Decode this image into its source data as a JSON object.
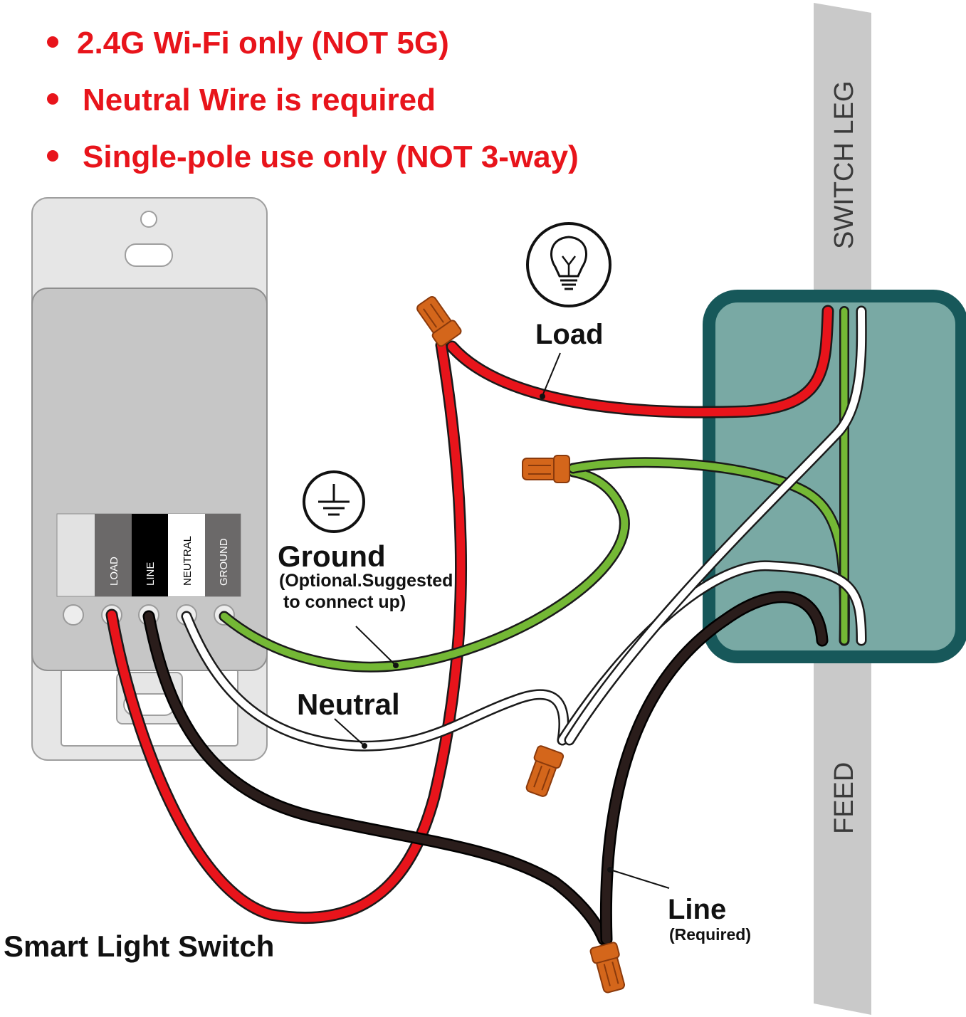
{
  "notes": [
    "2.4G Wi-Fi only (NOT 5G)",
    "Neutral Wire is required",
    "Single-pole use only (NOT 3-way)"
  ],
  "colors": {
    "note_red": "#e8141b",
    "wire_red": "#e8141b",
    "wire_green": "#74b835",
    "wire_black": "#2a1d1b",
    "wire_white": "#ffffff",
    "junction_box_fill": "#79a9a4",
    "junction_box_border": "#17585a",
    "wire_nut": "#d4661b",
    "switch_body": "#c6c6c6",
    "wall": "#c9c9c9"
  },
  "switch": {
    "title": "Smart Light Switch",
    "terminals": [
      "LOAD",
      "LINE",
      "NEUTRAL",
      "GROUND"
    ]
  },
  "wall": {
    "switch_leg": "SWITCH LEG",
    "feed": "FEED"
  },
  "labels": {
    "load": "Load",
    "ground": "Ground",
    "ground_note_1": "(Optional.Suggested",
    "ground_note_2": "to connect up)",
    "neutral": "Neutral",
    "line": "Line",
    "line_note": "(Required)"
  },
  "icons": {
    "load": "light-bulb-icon",
    "ground": "ground-symbol-icon"
  }
}
